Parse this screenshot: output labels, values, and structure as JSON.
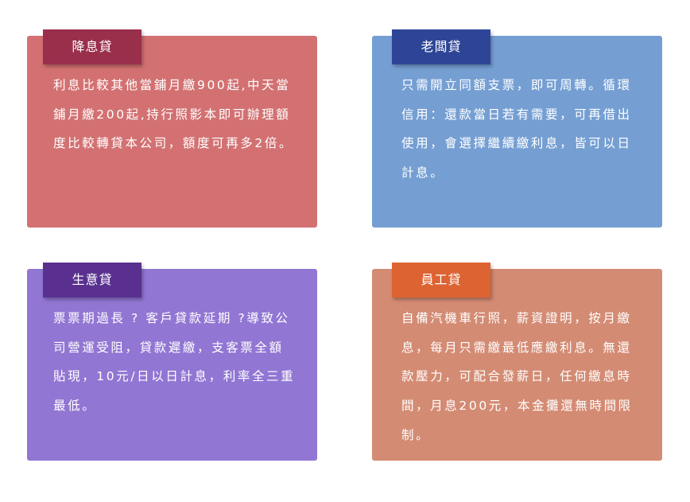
{
  "colors": {
    "card1_bg": "#d37172",
    "card1_tab": "#9a2f4c",
    "card2_bg": "#759fd3",
    "card2_tab": "#2e4597",
    "card3_bg": "#9176d3",
    "card3_tab": "#59308f",
    "card4_bg": "#d48b73",
    "card4_tab": "#dd6332"
  },
  "cards": [
    {
      "title": "降息貸",
      "text": "利息比較其他當鋪月繳900起,中天當鋪月繳200起,持行照影本即可辦理額度比較轉貸本公司，額度可再多2倍。"
    },
    {
      "title": "老闆貸",
      "text": "只需開立同額支票，即可周轉。循環信用：還款當日若有需要，可再借出使用，會選擇繼續繳利息，皆可以日計息。"
    },
    {
      "title": "生意貸",
      "text": "票票期過長 ? 客戶貸款延期 ?導致公司營運受阻，貸款遲繳，支客票全額貼現，10元/日以日計息，利率全三重最低。"
    },
    {
      "title": "員工貸",
      "text": "自備汽機車行照，薪資證明，按月繳息，每月只需繳最低應繳利息。無還款壓力，可配合發薪日，任何繳息時間，月息200元，本金攤還無時間限制。"
    }
  ]
}
